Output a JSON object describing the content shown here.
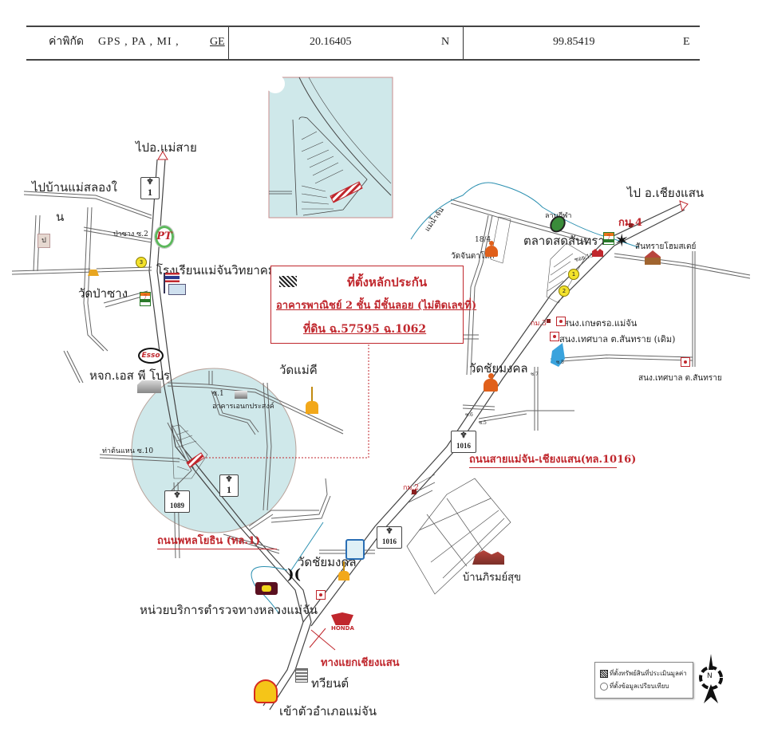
{
  "header": {
    "label": "ค่าพิกัด",
    "sources": "GPS , PA , MI ,",
    "source_selected": "GE",
    "latitude": "20.16405",
    "lat_dir": "N",
    "longitude": "99.85419",
    "lon_dir": "E"
  },
  "legend_box": {
    "title": "ที่ตั้งหลักประกัน",
    "line2": "อาคารพาณิชย์ 2 ชั้น มีชั้นลอย (ไม่ติดเลขที่)",
    "line3": "ที่ดิน ฉ.57595 ฉ.1062"
  },
  "map_legend": {
    "item1": "ที่ตั้งทรัพย์สินที่ประเมินมูลค่า",
    "item2": "ที่ตั้งข้อมูลเปรียบเทียบ",
    "compass": "N"
  },
  "labels": {
    "to_mae_sai": "ไปอ.แม่สาย",
    "to_ban_mae_salong": "ไปบ้านแม่สลองใ",
    "na": "น",
    "pa_chang_s2": "ป่าซาง ซ.2",
    "school": "โรงเรียนแม่จันวิทยาคม",
    "wat_pa_chang": "วัดป่าซาง",
    "sp_pro": "หจก.เอส พี โปร",
    "building": "อาคารเอนกประสงค์",
    "soi1": "ซ.1",
    "wat_mae_khi": "วัดแม่คี",
    "tha_ton_haen": "ท่าต้นแหน ซ.10",
    "phahonyothin": "ถนนพหลโยธิน (ทล.1)",
    "wat_chai_mongkhon_s": "วัดชัยมงคล",
    "police": "หน่วยบริการตำรวจทางหลวงแม่จัน",
    "chiang_saen_junction": "ทางแยกเชียงแสน",
    "tw": "ทวียนต์",
    "to_mae_chan": "เข้าตัวอำเภอแม่จัน",
    "ban_phirom_suk": "บ้านภิรมย์สุข",
    "km2": "กม.2",
    "road_1016": "ถนนสายแม่จัน-เชียงแสน(ทล.1016)",
    "wat_chai_mongkhon_n": "วัดชัยมงคล",
    "km3": "กม.3",
    "police_station_kaset": "สนง.เกษตรอ.แม่จัน",
    "municipal_old": "สนง.เทศบาล ต.สันทราย (เดิม)",
    "municipal": "สนง.เทศบาล ต.สันทราย",
    "soi8": "ซ.8",
    "soi7": "ซ.7",
    "soi6": "ซ.6",
    "soi5": "ซ.5",
    "to_chiang_saen": "ไป อ.เชียงแสน",
    "km4": "กม.4",
    "stadium": "ลานกีฬา",
    "market": "ตลาดสดสันทราย",
    "san_sai_homestay": "สันทรายโฮมสเตย์",
    "river": "แม่น้ำจัน",
    "wat_chan_ta_lok": "วัดจันตาโลก",
    "h18_4": "18/4",
    "soi13": "ซอย.13",
    "esso": "Esso",
    "honda": "HONDA"
  },
  "shields": {
    "r1_top": "1",
    "r1_mid": "1",
    "r1089": "1089",
    "r1016_a": "1016",
    "r1016_b": "1016",
    "emblem": "♆"
  },
  "markers": {
    "n1": "1",
    "n2": "2",
    "n3": "3"
  },
  "colors": {
    "red": "#c0272d",
    "circle_fill": "#cfe8ea",
    "river": "#2a8fb0",
    "pond": "#3aa3dd"
  }
}
